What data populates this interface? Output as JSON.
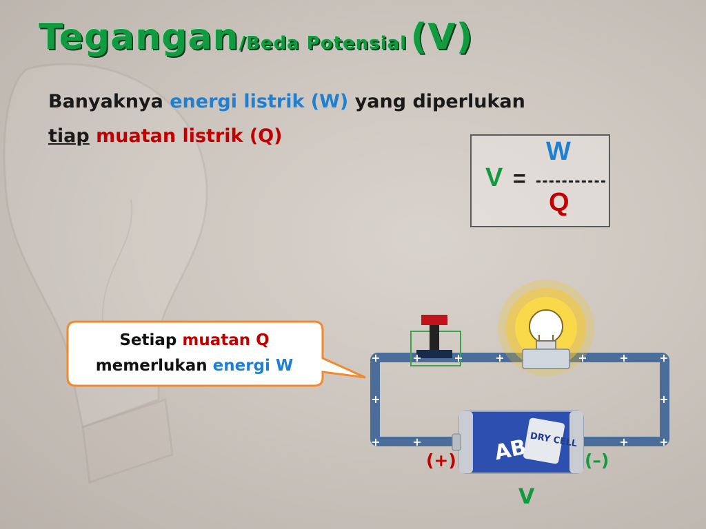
{
  "title": {
    "main": "Tegangan",
    "sub": "/Beda Potensial",
    "symbol": "(V)"
  },
  "definition": {
    "w1": "Banyaknya",
    "w2": "energi listrik (W)",
    "w3": "yang diperlukan",
    "w4": "tiap",
    "w5": "muatan listrik (Q)"
  },
  "formula": {
    "lhs": "V",
    "equals": "=",
    "numerator": "W",
    "denominator": "Q"
  },
  "callout": {
    "w1": "Setiap",
    "w2": "muatan Q",
    "w3": "memerlukan",
    "w4": "energi W"
  },
  "circuit": {
    "plus_sign": "+",
    "terminal_positive": "(+)",
    "terminal_negative": "(–)",
    "voltage_label": "V",
    "battery_brand": "ABC",
    "battery_type": "DRY CELL",
    "wire_color": "#4a6d99",
    "bulb_glow_color": "#f5c518"
  },
  "colors": {
    "title_green": "#129a40",
    "blue": "#1f7fd0",
    "red": "#c00000"
  }
}
